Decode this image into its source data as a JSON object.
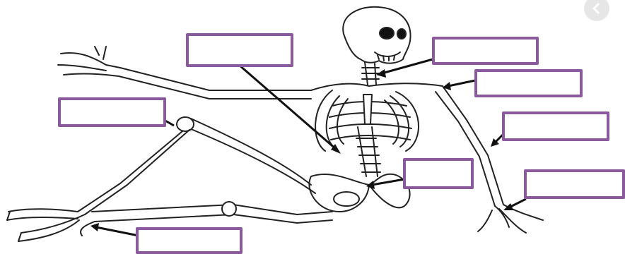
{
  "diagram": {
    "labels": [
      {
        "id": "skull-label",
        "text": ""
      },
      {
        "id": "spine-label",
        "text": ""
      },
      {
        "id": "clavicle-label",
        "text": ""
      },
      {
        "id": "femur-label",
        "text": ""
      },
      {
        "id": "humerus-label",
        "text": ""
      },
      {
        "id": "pelvis-label",
        "text": ""
      },
      {
        "id": "wrist-label",
        "text": ""
      },
      {
        "id": "foot-label",
        "text": ""
      }
    ],
    "colors": {
      "box_border": "#8b5a9c",
      "arrow": "#111111",
      "bone_stroke": "#222222"
    }
  },
  "navigation": {
    "back_icon": "chevron-left-icon"
  }
}
